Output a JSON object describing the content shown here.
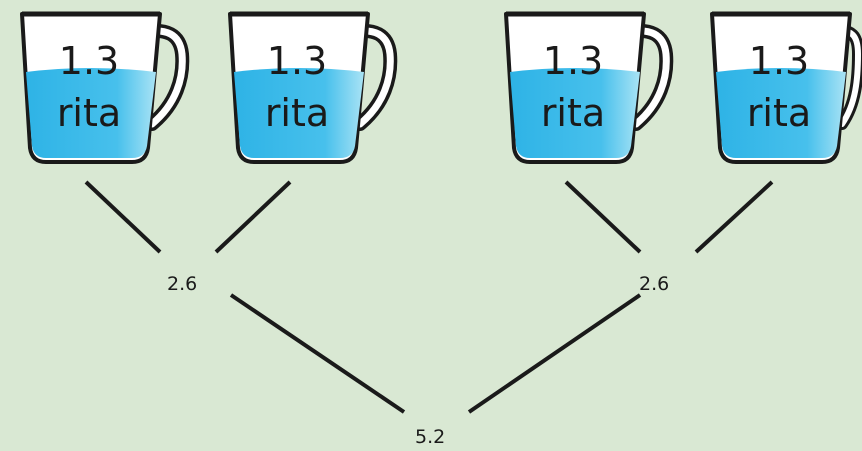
{
  "cups": [
    {
      "value": "1.3",
      "unit": "rita"
    },
    {
      "value": "1.3",
      "unit": "rita"
    },
    {
      "value": "1.3",
      "unit": "rita"
    },
    {
      "value": "1.3",
      "unit": "rita"
    }
  ],
  "sums": {
    "left": "2.6",
    "right": "2.6",
    "total": "5.2"
  },
  "colors": {
    "background": "#d9e8d3",
    "water": "#2eb3e6",
    "water_light": "#a9e3f5",
    "outline": "#1a1a1a"
  }
}
